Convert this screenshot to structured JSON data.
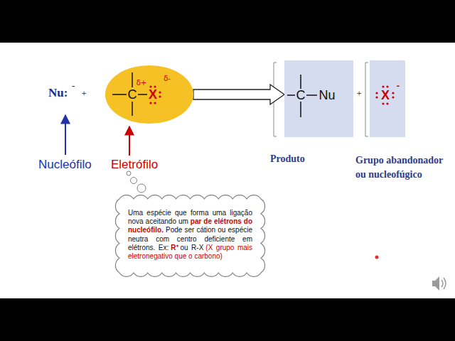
{
  "diagram": {
    "nodes": [
      {
        "text": [
          "C",
          "δ+",
          "X",
          "δ-"
        ]
      },
      {
        "text": [
          "C",
          "Nu"
        ]
      },
      {
        "text": [
          "X",
          "-"
        ]
      },
      {
        "text": [
          "Uma espécie que forma uma ligação nova aceitando um",
          "par de elétrons do nucleófilo.",
          "Pode ser cátion ou espécie neutra com centro deficiente em elétrons. Ex:",
          "R⁺",
          "ou R-X",
          "(X grupo mais eletronegativo que o carbono)"
        ]
      }
    ],
    "edges": [
      {
        "from": 0,
        "to": 1,
        "arrow": "to"
      }
    ],
    "labels": [
      "Nu:",
      "-",
      "+",
      "Nucleófilo",
      "Eletrófilo",
      "+",
      "Produto",
      "Grupo abandonador ou nucleofúgico"
    ]
  }
}
